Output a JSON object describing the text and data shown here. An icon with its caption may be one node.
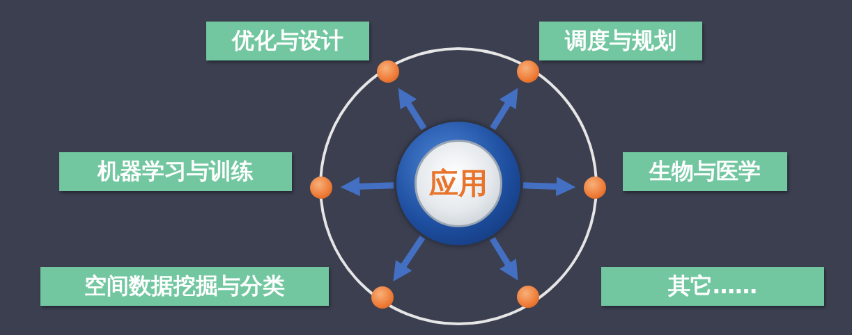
{
  "diagram": {
    "nodes": [
      {
        "text": [
          "应用"
        ]
      },
      {
        "text": [],
        "shape": "circle"
      },
      {
        "text": [],
        "shape": "circle"
      },
      {
        "text": [],
        "shape": "circle"
      },
      {
        "text": [],
        "shape": "circle"
      },
      {
        "text": [],
        "shape": "circle"
      },
      {
        "text": [],
        "shape": "circle"
      },
      {
        "text": [
          "优化与设计"
        ]
      },
      {
        "text": [
          "调度与规划"
        ]
      },
      {
        "text": [
          "机器学习与训练"
        ]
      },
      {
        "text": [
          "生物与医学"
        ]
      },
      {
        "text": [
          "空间数据挖掘与分类"
        ]
      },
      {
        "text": [
          "其它……"
        ]
      }
    ],
    "edges": [
      {
        "from": 0,
        "to": 1,
        "arrow": "to"
      },
      {
        "from": 0,
        "to": 2,
        "arrow": "to"
      },
      {
        "from": 0,
        "to": 3,
        "arrow": "to"
      },
      {
        "from": 0,
        "to": 4,
        "arrow": "to"
      },
      {
        "from": 0,
        "to": 5,
        "arrow": "to"
      },
      {
        "from": 0,
        "to": 6,
        "arrow": "to"
      }
    ]
  }
}
